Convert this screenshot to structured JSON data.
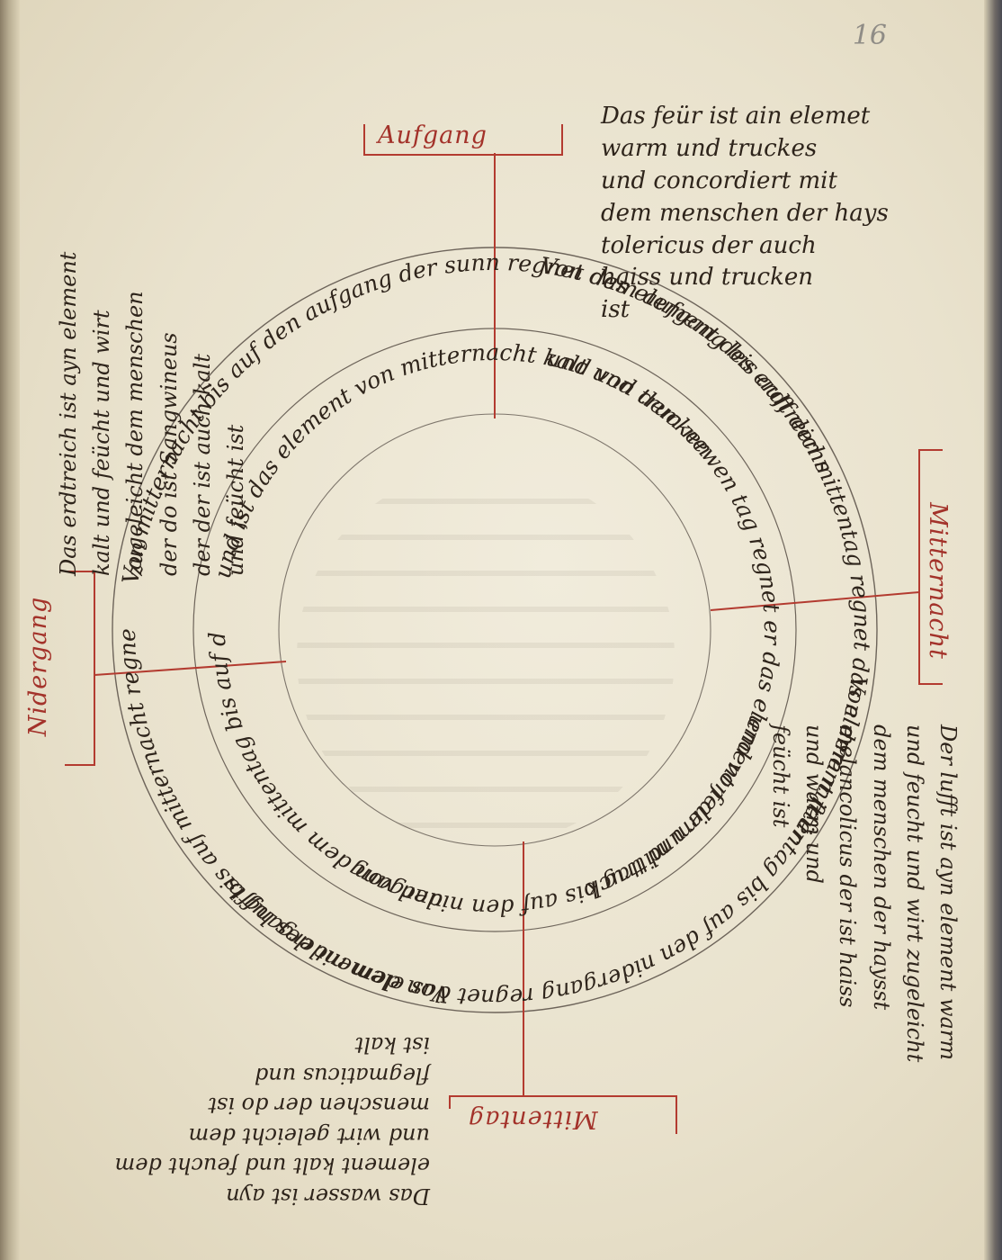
{
  "folio": "16",
  "labels": {
    "east": "Aufgang",
    "west": "Nidergang",
    "north": "Mitternacht",
    "south": "Mittentag"
  },
  "blocks": {
    "fire": "Das feür ist ain elemet\nwarm und truckes\nund concordiert mit\ndem menschen der hays\ntolericus der auch\nhaiss und trucken\nist",
    "earth": "Das erdtreich ist ayn element\nkalt und feücht und wirt\nzugeleicht dem menschen\nder do ist Sangwineus\nder der ist auch kalt\nund feücht ist",
    "air": "Der lufft ist ayn element warm\nund feucht und wirt zugeleicht\ndem menschen der haysst\nmelancolicus der ist haiss\nund warm und\nfeücht ist",
    "water": "Das wasser ist ayn\nelement kalt und feucht dem\nund wirt geleicht dem\nmenschen der do ist\nflegmaticus und\nist kalt"
  },
  "ring_text": {
    "top_left": "Von mitternacht bis auf den aufgang der sunn regnet das element des erdtreichs",
    "top_left_inner": "und ist das element von mitternacht kalt und trucken",
    "top_right": "Von dem aufgang bis auff den mittentag regnet das element feür",
    "top_right_inner": "und von dem newen tag regnet er das element feür und truck",
    "bottom_right": "Von dem mittentag bis auf den nidergang regnet das element des luffts",
    "bottom_right_inner": "und von dem mittag bis auf den nidergang",
    "bottom_left": "Von dem nidergang bis auf mitternacht regnet das element wasser",
    "bottom_left_inner": "und von dem mittentag bis auf den nidergang"
  }
}
